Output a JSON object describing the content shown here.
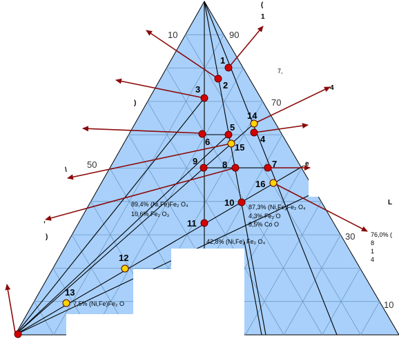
{
  "colors": {
    "fill": "#a8d0fb",
    "grid": "#6f9ac4",
    "line": "#000000",
    "arrow": "#8b0a0a",
    "point_red": "#d40000",
    "point_yellow": "#ffd400",
    "mask": "#ffffff"
  },
  "tick_labels": [
    {
      "id": "t10",
      "text": "10"
    },
    {
      "id": "t90",
      "text": "90"
    },
    {
      "id": "t70",
      "text": "70"
    },
    {
      "id": "t50",
      "text": "50"
    },
    {
      "id": "t30",
      "text": "30"
    },
    {
      "id": "t10b",
      "text": "10"
    }
  ],
  "points": [
    {
      "id": "p1",
      "label": "1",
      "type": "red"
    },
    {
      "id": "p2",
      "label": "2",
      "type": "red"
    },
    {
      "id": "p3",
      "label": "3",
      "type": "red"
    },
    {
      "id": "p4",
      "label": "4",
      "type": "red"
    },
    {
      "id": "p5",
      "label": "5",
      "type": "red"
    },
    {
      "id": "p6",
      "label": "6",
      "type": "red"
    },
    {
      "id": "p7",
      "label": "7",
      "type": "red"
    },
    {
      "id": "p8",
      "label": "8",
      "type": "red"
    },
    {
      "id": "p9",
      "label": "9",
      "type": "red"
    },
    {
      "id": "p10",
      "label": "10",
      "type": "red"
    },
    {
      "id": "p11",
      "label": "11",
      "type": "red"
    },
    {
      "id": "p12",
      "label": "12",
      "type": "yellow"
    },
    {
      "id": "p13",
      "label": "13",
      "type": "yellow"
    },
    {
      "id": "p14",
      "label": "14",
      "type": "yellow"
    },
    {
      "id": "p15",
      "label": "15",
      "type": "yellow"
    },
    {
      "id": "p16",
      "label": "16",
      "type": "yellow"
    },
    {
      "id": "p17",
      "label": "",
      "type": "red"
    }
  ],
  "compositions": [
    {
      "id": "c9",
      "lines": [
        "89,4% (Ni,Fe)Fe₂ O₄",
        "10,6% Fe₂ O₃"
      ]
    },
    {
      "id": "c10",
      "lines": [
        "87,3% (Ni,Fe)Fe₂ O₄",
        "4,3% Fe₂ O",
        "8,5% Co O"
      ]
    },
    {
      "id": "c11",
      "lines": [
        "42,8% (Ni,Fe) Fe₂ O₄"
      ]
    },
    {
      "id": "c13",
      "lines": [
        "7,5% (Ni,Fe)Fe₂ O"
      ]
    },
    {
      "id": "cR",
      "lines": [
        "76,0% (",
        "8",
        "1",
        "4"
      ]
    },
    {
      "id": "cT",
      "lines": [
        "7,"
      ]
    }
  ]
}
